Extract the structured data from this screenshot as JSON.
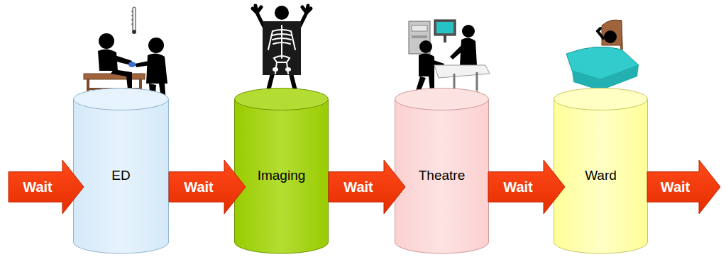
{
  "diagram": {
    "nodes": [
      {
        "text": [
          "Wait"
        ]
      },
      {
        "text": [
          "ED"
        ]
      },
      {
        "text": [
          "Wait"
        ]
      },
      {
        "text": [
          "Imaging"
        ]
      },
      {
        "text": [
          "Wait"
        ]
      },
      {
        "text": [
          "Theatre"
        ]
      },
      {
        "text": [
          "Wait"
        ]
      },
      {
        "text": [
          "Ward"
        ]
      },
      {
        "text": [
          "Wait"
        ]
      }
    ]
  }
}
